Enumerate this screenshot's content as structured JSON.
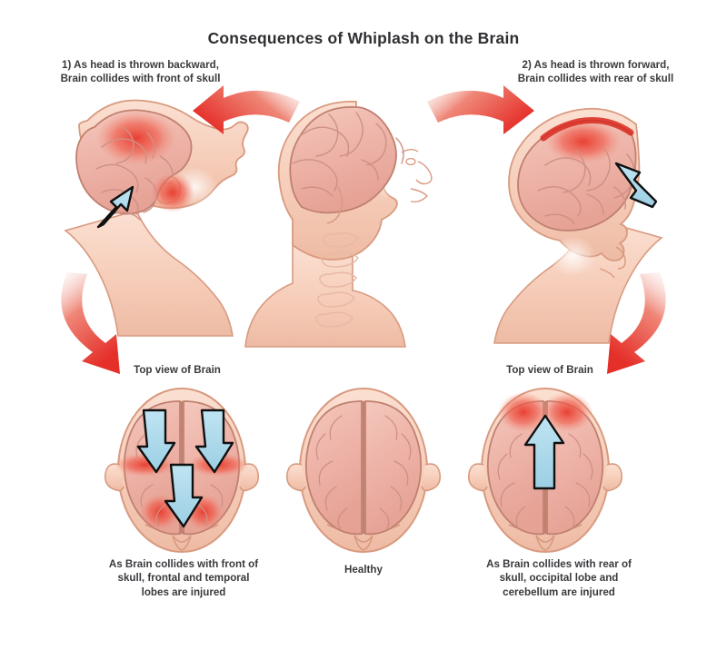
{
  "title": "Consequences of Whiplash on the Brain",
  "captions": {
    "step1": "1) As head is thrown backward, Brain collides with front of skull",
    "step2": "2) As head is thrown forward, Brain collides with rear of skull",
    "topview_left": "Top view of Brain",
    "topview_right": "Top view of Brain",
    "bottom_left": "As Brain collides with front of skull, frontal and temporal lobes are injured",
    "bottom_center": "Healthy",
    "bottom_right": "As Brain collides with rear of skull, occipital lobe and cerebellum are injured"
  },
  "colors": {
    "background": "#ffffff",
    "text": "#3a3a3e",
    "title_text": "#2f2f33",
    "skin_fill": "#f6cdb9",
    "skin_light": "#fbe3d6",
    "skin_outline": "#d89a80",
    "brain_fill": "#eeb3a8",
    "brain_light": "#f3c6bb",
    "brain_outline": "#c08070",
    "sulci_line": "#cf9084",
    "injury_red": "#e8392c",
    "injury_red_soft": "#f0685a",
    "impact_arrow_blue": "#a8d8ea",
    "impact_arrow_outline": "#1a1a1a",
    "motion_arrow_red": "#e8382b",
    "motion_arrow_fade": "#f6d9d2"
  },
  "figures": {
    "top_row": [
      {
        "name": "head-thrown-backward",
        "pose": "head tilted backward, face up, chin raised",
        "brain_state": "injured",
        "injury_region": "frontal lobe / front of skull",
        "impact_arrow": {
          "direction": "up-right",
          "count": 1
        }
      },
      {
        "name": "head-neutral",
        "pose": "upright profile facing right, cervical spine visible",
        "brain_state": "healthy",
        "injury_region": "none",
        "impact_arrow": {
          "direction": "none",
          "count": 0
        }
      },
      {
        "name": "head-thrown-forward",
        "pose": "head tilted forward, chin toward chest",
        "brain_state": "injured",
        "injury_region": "occipital / rear of skull",
        "impact_arrow": {
          "direction": "up-left",
          "count": 1
        }
      }
    ],
    "bottom_row": [
      {
        "name": "top-view-brain-front-impact",
        "brain_state": "injured",
        "injury_region": "frontal and temporal lobes",
        "impact_arrow": {
          "direction": "down",
          "count": 3
        }
      },
      {
        "name": "top-view-brain-healthy",
        "brain_state": "healthy",
        "injury_region": "none",
        "impact_arrow": {
          "direction": "none",
          "count": 0
        }
      },
      {
        "name": "top-view-brain-rear-impact",
        "brain_state": "injured",
        "injury_region": "occipital lobe and cerebellum",
        "impact_arrow": {
          "direction": "up",
          "count": 1
        }
      }
    ],
    "motion_arrows": [
      {
        "name": "motion-arrow-top-left",
        "direction": "curved-left",
        "points_to": "head-thrown-backward"
      },
      {
        "name": "motion-arrow-top-right",
        "direction": "curved-right",
        "points_to": "head-thrown-forward"
      },
      {
        "name": "motion-arrow-bottom-left",
        "direction": "curved-down-right",
        "points_to": "top-view-brain-front-impact"
      },
      {
        "name": "motion-arrow-bottom-right",
        "direction": "curved-down-left",
        "points_to": "top-view-brain-rear-impact"
      }
    ]
  }
}
